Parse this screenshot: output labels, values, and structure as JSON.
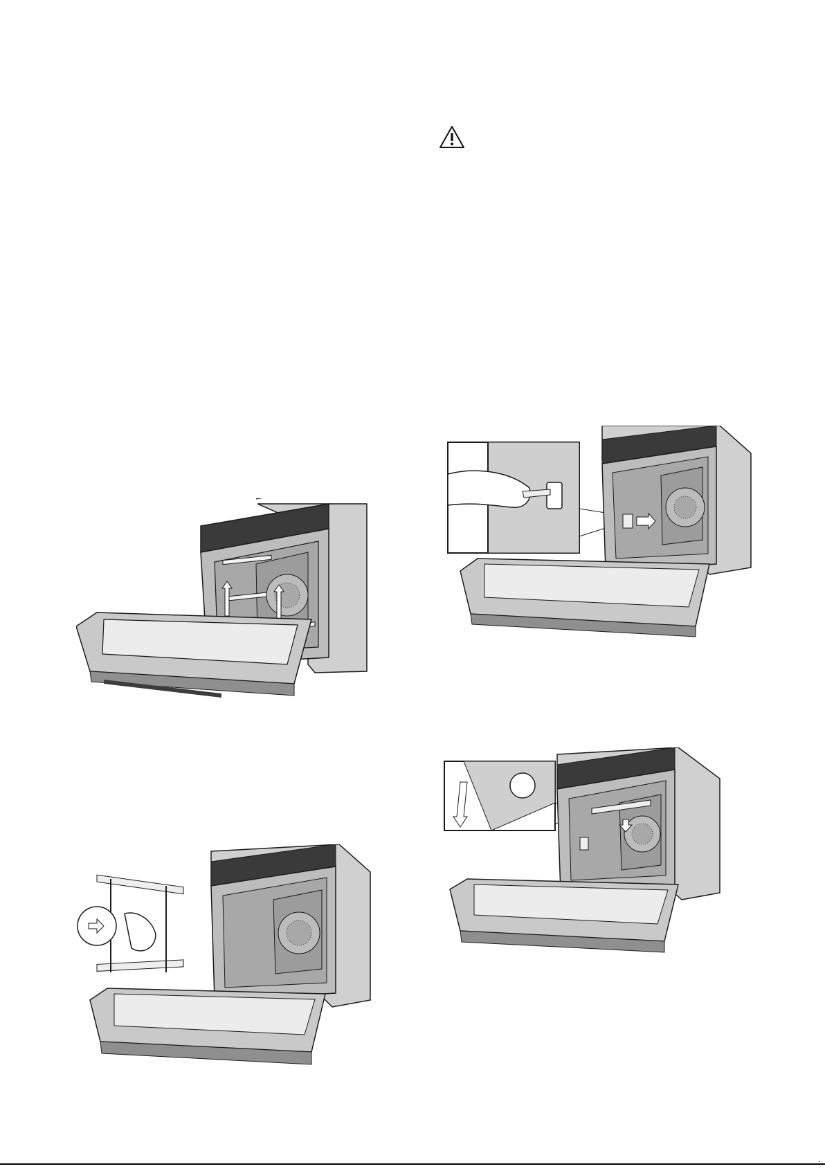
{
  "warning": {
    "icon": "warning-triangle-icon"
  },
  "figures": [
    {
      "id": "remove-shelf-supports",
      "description_icon": "oven-shelf-support-removal-illustration"
    },
    {
      "id": "remove-lamp-cover",
      "description_icon": "oven-lamp-cover-removal-illustration"
    },
    {
      "id": "remove-side-racks",
      "description_icon": "oven-side-rack-removal-illustration"
    },
    {
      "id": "lower-heating-element",
      "description_icon": "oven-grill-element-lowering-illustration"
    }
  ],
  "footer": {
    "text": "­ ­ ­ ­ ­"
  },
  "colors": {
    "line": "#1a1a1a",
    "steel": "#d4d4d4",
    "steel_dark": "#9a9a9a",
    "panel": "#3a3a3a",
    "glass": "#e9e9e9"
  }
}
